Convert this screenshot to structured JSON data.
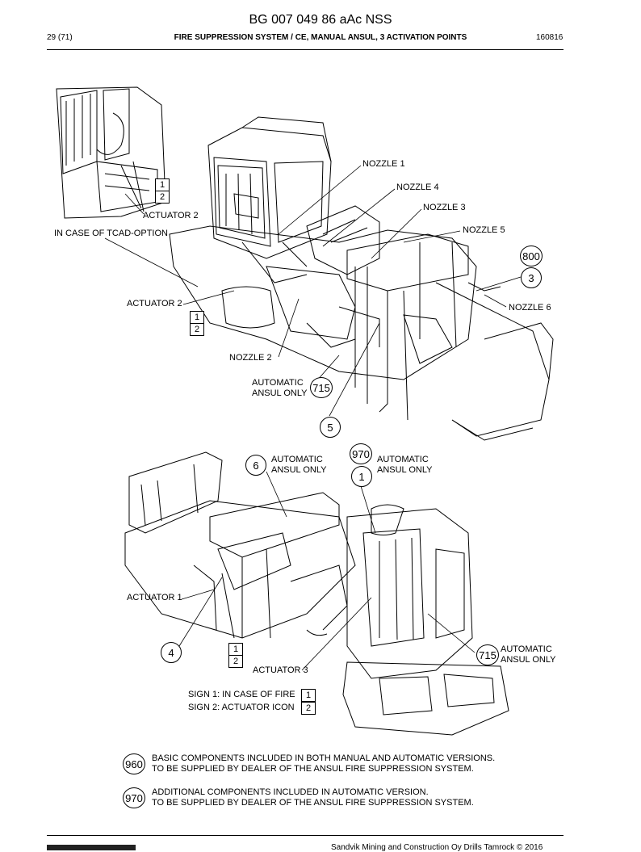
{
  "header": {
    "doc_id": "BG 007 049 86 aAc NSS",
    "page": "29 (71)",
    "title": "FIRE SUPPRESSION SYSTEM / CE, MANUAL ANSUL, 3 ACTIVATION POINTS",
    "date": "160816"
  },
  "top_view": {
    "labels": {
      "nozzle1": "NOZZLE 1",
      "nozzle4": "NOZZLE 4",
      "nozzle3": "NOZZLE 3",
      "nozzle5": "NOZZLE 5",
      "nozzle6": "NOZZLE 6",
      "nozzle2": "NOZZLE 2",
      "actuator2_inset": "ACTUATOR 2",
      "actuator2": "ACTUATOR 2",
      "tcad": "IN CASE OF TCAD-OPTION",
      "auto_l1": "AUTOMATIC",
      "auto_l2": "ANSUL ONLY"
    },
    "balloons": {
      "b800": "800",
      "b3": "3",
      "b715": "715",
      "b5": "5"
    },
    "boxes": [
      "1",
      "2"
    ]
  },
  "bottom_view": {
    "labels": {
      "auto6_l1": "AUTOMATIC",
      "auto6_l2": "ANSUL ONLY",
      "auto1_l1": "AUTOMATIC",
      "auto1_l2": "ANSUL ONLY",
      "actuator1": "ACTUATOR 1",
      "actuator3": "ACTUATOR 3",
      "auto715_l1": "AUTOMATIC",
      "auto715_l2": "ANSUL ONLY",
      "sign1": "SIGN 1: IN CASE OF FIRE",
      "sign2": "SIGN 2: ACTUATOR ICON"
    },
    "balloons": {
      "b6": "6",
      "b970": "970",
      "b1": "1",
      "b4": "4",
      "b715": "715"
    },
    "boxes": [
      "1",
      "2"
    ]
  },
  "notes": {
    "n960": {
      "num": "960",
      "line1": "BASIC COMPONENTS INCLUDED IN BOTH MANUAL AND AUTOMATIC VERSIONS.",
      "line2": "TO BE SUPPLIED BY DEALER OF THE ANSUL FIRE SUPPRESSION SYSTEM."
    },
    "n970": {
      "num": "970",
      "line1": "ADDITIONAL COMPONENTS INCLUDED IN AUTOMATIC VERSION.",
      "line2": "TO BE SUPPLIED BY DEALER OF THE ANSUL FIRE SUPPRESSION SYSTEM."
    }
  },
  "footer": {
    "copyright": "Sandvik Mining and Construction Oy Drills Tamrock © 2016"
  }
}
